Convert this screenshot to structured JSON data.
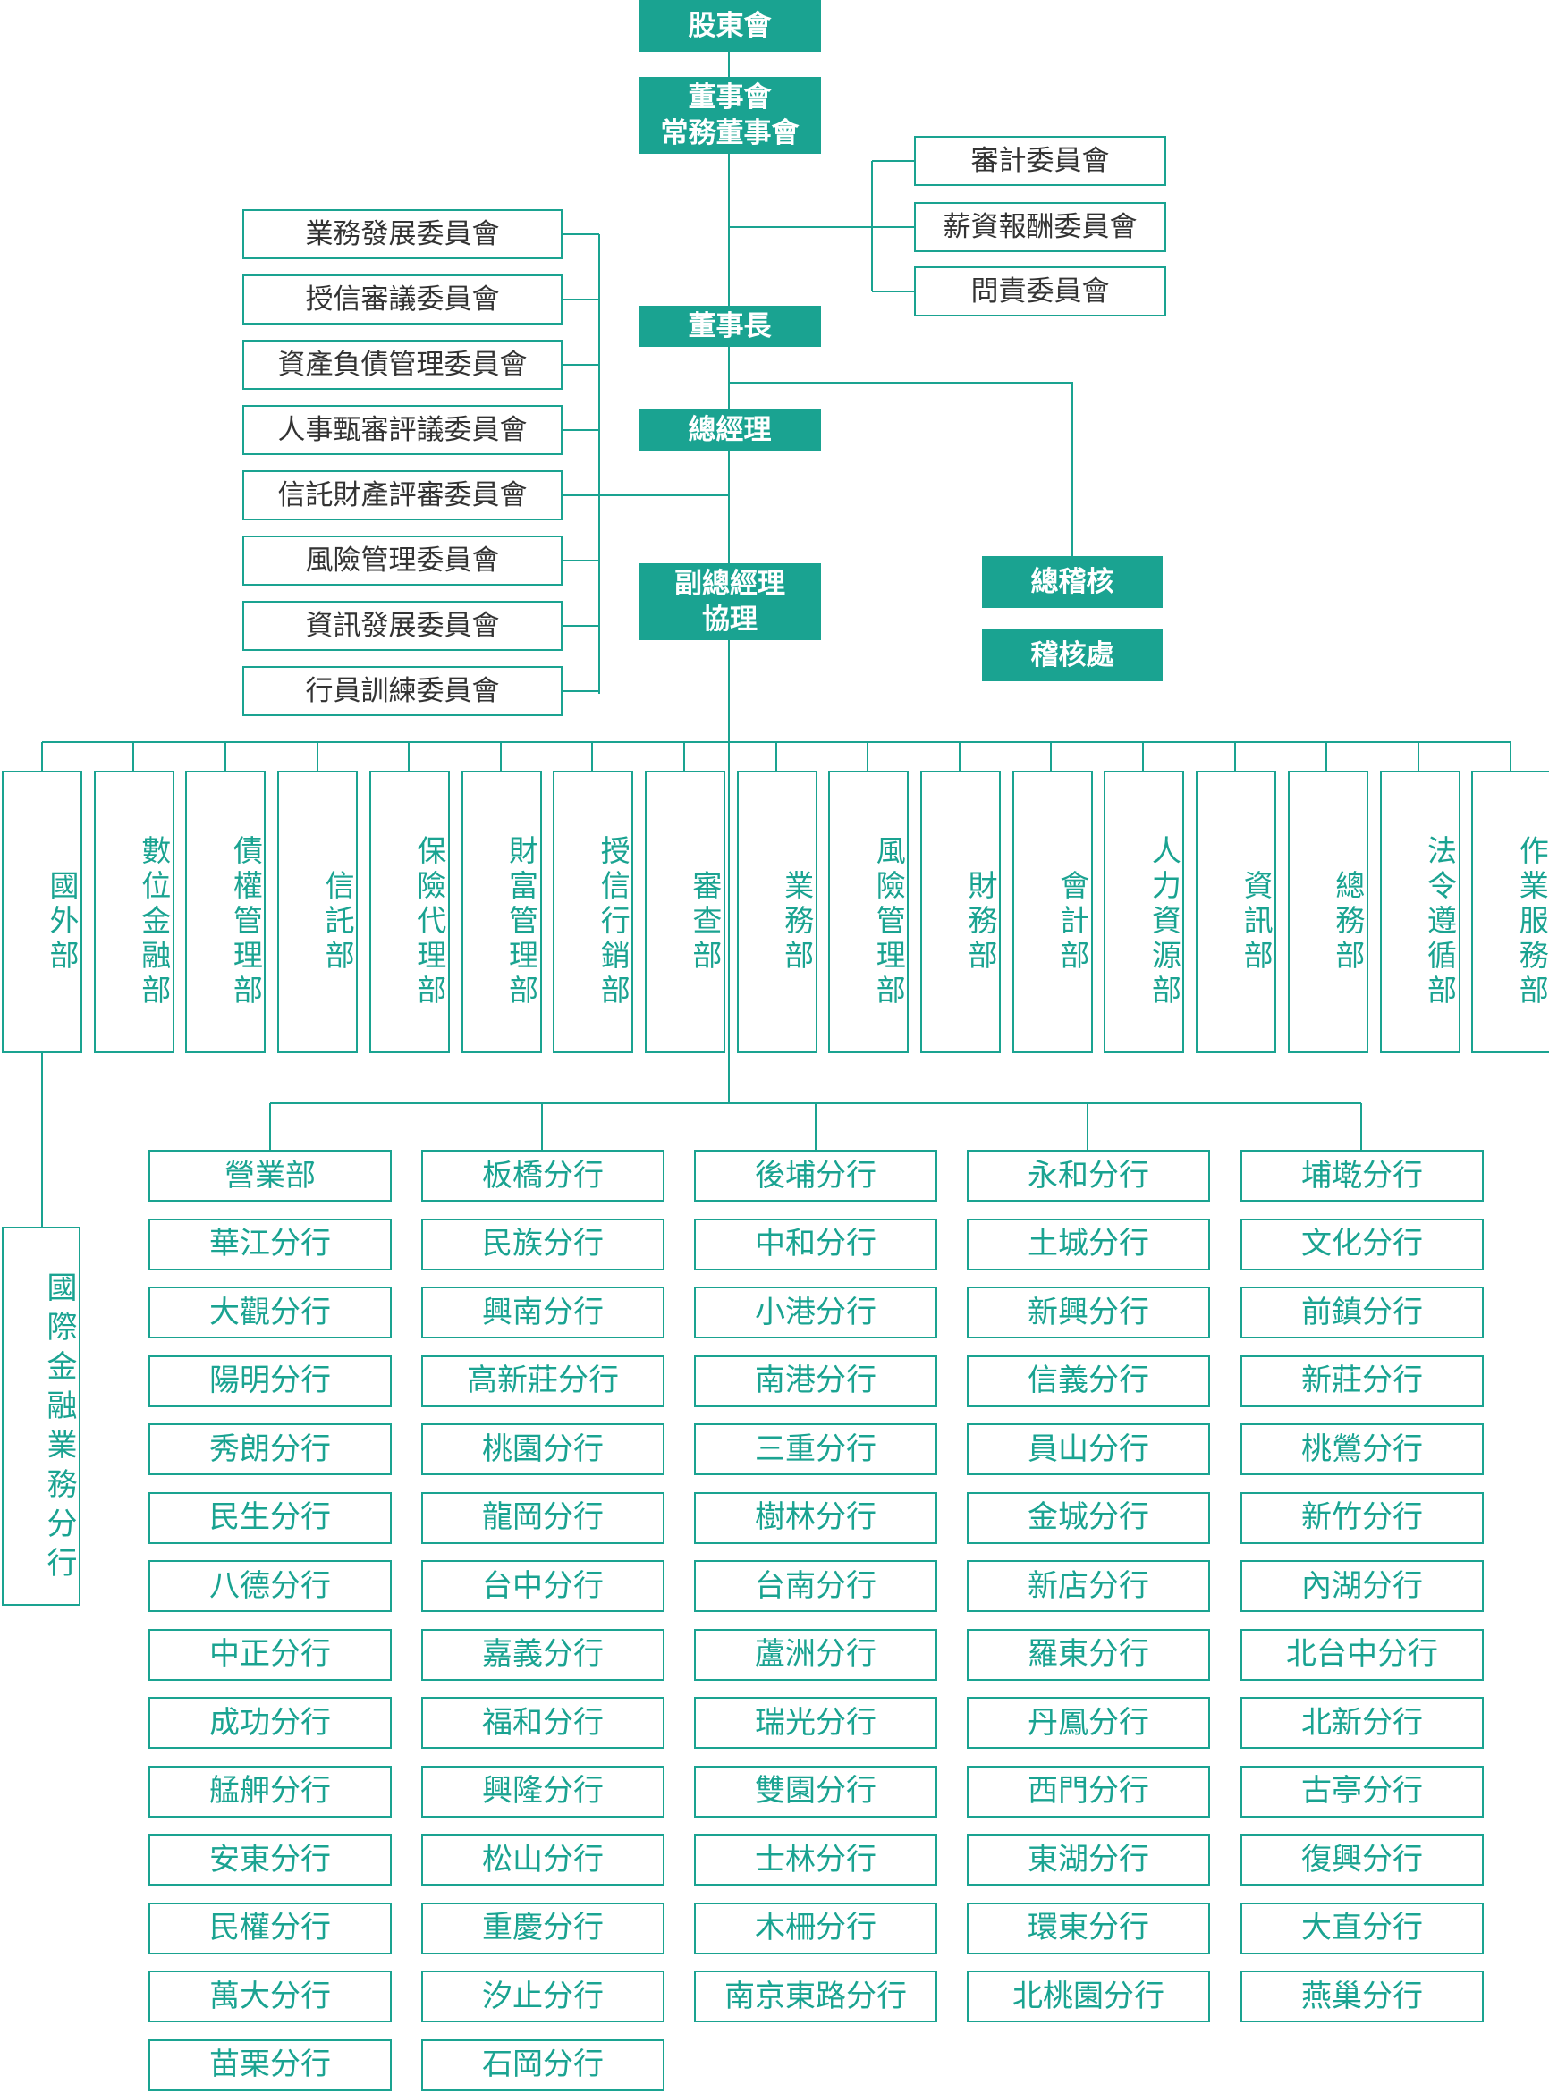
{
  "colors": {
    "accent": "#1aa391",
    "text_dark": "#333333"
  },
  "top_chain": {
    "shareholders": "股東會",
    "board": [
      "董事會",
      "常務董事會"
    ],
    "chairman": "董事長",
    "president": "總經理",
    "evp": [
      "副總經理",
      "協理"
    ]
  },
  "board_committees": [
    "審計委員會",
    "薪資報酬委員會",
    "問責委員會"
  ],
  "mgmt_committees": [
    "業務發展委員會",
    "授信審議委員會",
    "資產負債管理委員會",
    "人事甄審評議委員會",
    "信託財產評審委員會",
    "風險管理委員會",
    "資訊發展委員會",
    "行員訓練委員會"
  ],
  "audit": {
    "chief": "總稽核",
    "office": "稽核處"
  },
  "departments": [
    "國外部",
    "數位金融部",
    "債權管理部",
    "信託部",
    "保險代理部",
    "財富管理部",
    "授信行銷部",
    "審查部",
    "業務部",
    "風險管理部",
    "財務部",
    "會計部",
    "人力資源部",
    "資訊部",
    "總務部",
    "法令遵循部",
    "作業服務部"
  ],
  "intl_branch": "國際金融業務分行",
  "branch_columns": [
    [
      "營業部",
      "華江分行",
      "大觀分行",
      "陽明分行",
      "秀朗分行",
      "民生分行",
      "八德分行",
      "中正分行",
      "成功分行",
      "艋舺分行",
      "安東分行",
      "民權分行",
      "萬大分行",
      "苗栗分行"
    ],
    [
      "板橋分行",
      "民族分行",
      "興南分行",
      "高新莊分行",
      "桃園分行",
      "龍岡分行",
      "台中分行",
      "嘉義分行",
      "福和分行",
      "興隆分行",
      "松山分行",
      "重慶分行",
      "汐止分行",
      "石岡分行"
    ],
    [
      "後埔分行",
      "中和分行",
      "小港分行",
      "南港分行",
      "三重分行",
      "樹林分行",
      "台南分行",
      "蘆洲分行",
      "瑞光分行",
      "雙園分行",
      "士林分行",
      "木柵分行",
      "南京東路分行"
    ],
    [
      "永和分行",
      "土城分行",
      "新興分行",
      "信義分行",
      "員山分行",
      "金城分行",
      "新店分行",
      "羅東分行",
      "丹鳳分行",
      "西門分行",
      "東湖分行",
      "環東分行",
      "北桃園分行"
    ],
    [
      "埔墘分行",
      "文化分行",
      "前鎮分行",
      "新莊分行",
      "桃鶯分行",
      "新竹分行",
      "內湖分行",
      "北台中分行",
      "北新分行",
      "古亭分行",
      "復興分行",
      "大直分行",
      "燕巢分行"
    ]
  ]
}
